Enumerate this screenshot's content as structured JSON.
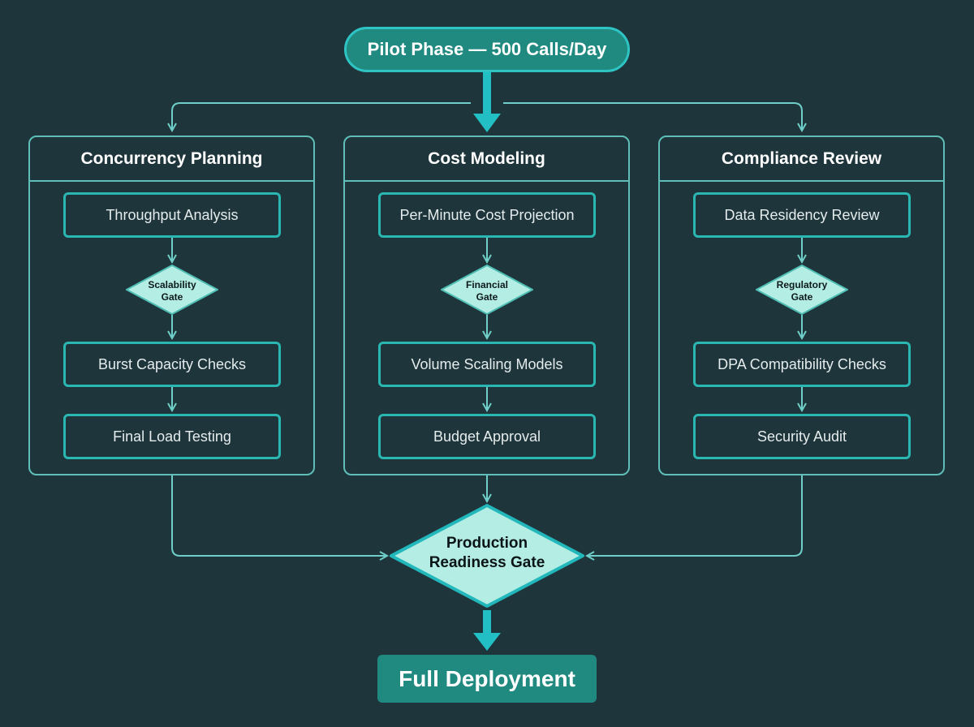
{
  "start": {
    "label": "Pilot Phase — 500 Calls/Day"
  },
  "lanes": [
    {
      "title": "Concurrency Planning",
      "steps": [
        "Throughput Analysis",
        "Burst Capacity Checks",
        "Final Load Testing"
      ],
      "gate": [
        "Scalability",
        "Gate"
      ]
    },
    {
      "title": "Cost Modeling",
      "steps": [
        "Per-Minute Cost Projection",
        "Volume Scaling Models",
        "Budget Approval"
      ],
      "gate": [
        "Financial",
        "Gate"
      ]
    },
    {
      "title": "Compliance Review",
      "steps": [
        "Data Residency Review",
        "DPA Compatibility Checks",
        "Security Audit"
      ],
      "gate": [
        "Regulatory",
        "Gate"
      ]
    }
  ],
  "production_gate": {
    "line1": "Production",
    "line2": "Readiness Gate"
  },
  "final": {
    "label": "Full Deployment"
  },
  "colors": {
    "background": "#1f353c",
    "accent": "#2ec4c4",
    "node_fill": "#218a80",
    "gate_fill": "#b4ede3",
    "connector": "#5fbfb8"
  }
}
